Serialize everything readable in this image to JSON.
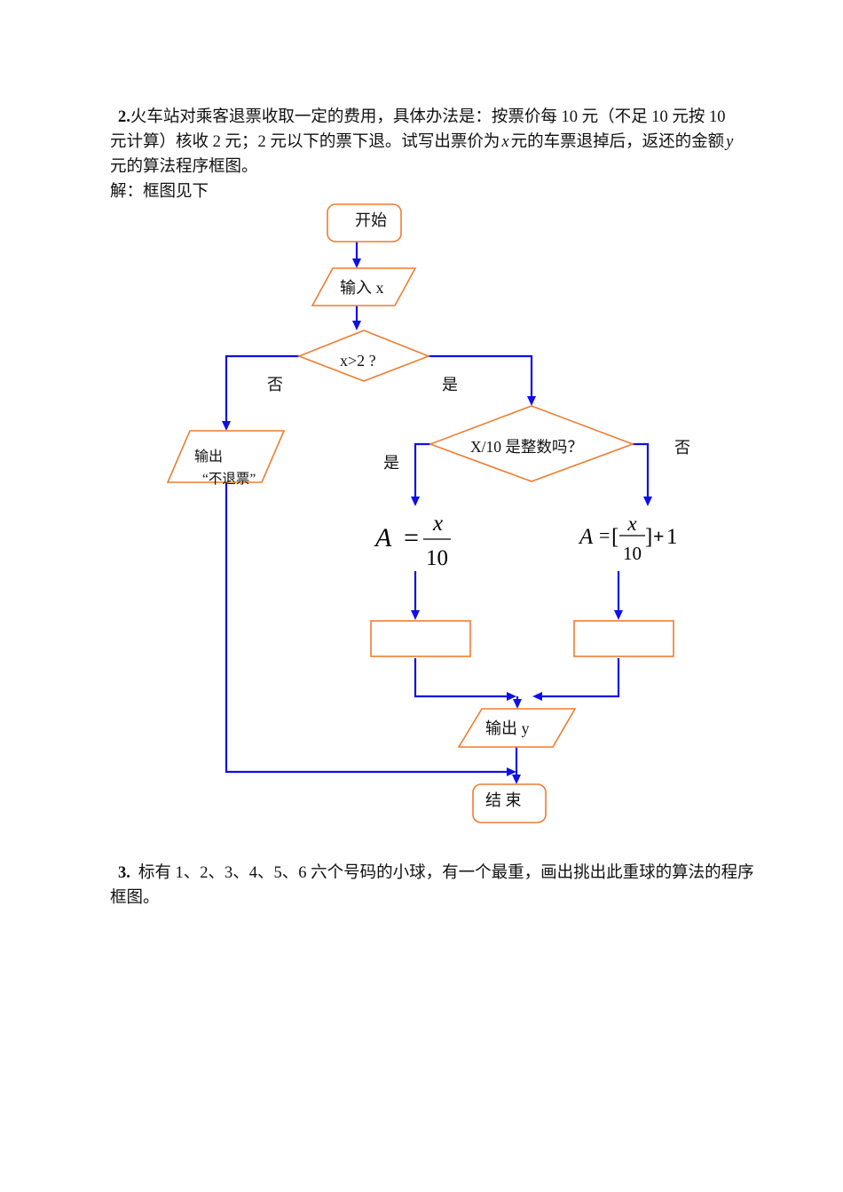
{
  "colors": {
    "page_background": "#ffffff",
    "text": "#111111",
    "shape_outline": "#ED7D31",
    "connector": "#0F0FE8"
  },
  "question_2": {
    "number": "2.",
    "line_1": "火车站对乘客退票收取一定的费用，具体办法是：按票价每 10 元（不足 10 元按 10",
    "line_2": {
      "text_before_x": "元计算）核收 2 元；2 元以下的票下退。试写出票价为",
      "variable_x": "x",
      "text_before_y": "元的车票退掉后，返还的金额",
      "variable_y": "y"
    },
    "line_3": "元的算法程序框图。"
  },
  "solution_intro": "解：框图见下",
  "flowchart": {
    "start": "开始",
    "input": "输入 x",
    "decision_1": {
      "condition": "x>2 ?",
      "no_label": "否",
      "yes_label": "是"
    },
    "output_no_refund": [
      "输出",
      "“不退票”"
    ],
    "decision_2": {
      "condition": "X/10 是整数吗？",
      "yes_label": "是",
      "no_label": "否"
    },
    "formula_integer": {
      "lhs": "A",
      "equals": "=",
      "numerator": "x",
      "denominator": "10"
    },
    "formula_non_integer": {
      "lhs": "A",
      "equals": "=",
      "open_bracket": "[",
      "numerator": "x",
      "denominator": "10",
      "close_bracket": "]",
      "plus": "+",
      "constant": "1"
    },
    "output_y": "输出 y",
    "end": "结 束"
  },
  "question_3": {
    "number": "3.",
    "line_1": "标有 1、2、3、4、5、6 六个号码的小球，有一个最重，画出挑出此重球的算法的程序",
    "line_2": "框图。"
  }
}
